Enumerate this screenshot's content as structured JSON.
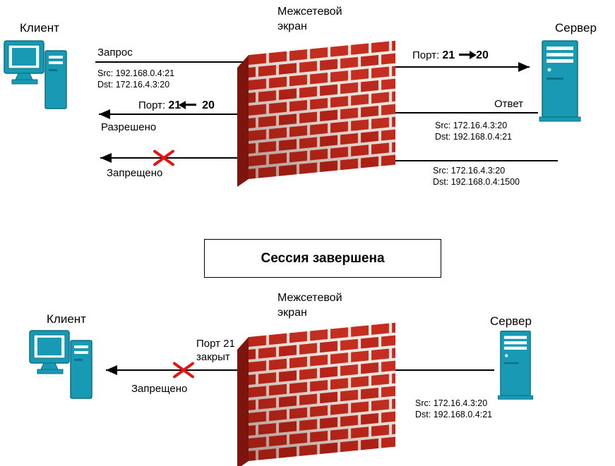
{
  "colors": {
    "device_teal": "#1899b4",
    "device_outline": "#0b7186",
    "brick_red": "#c52a1b",
    "brick_side_dark": "#7c150d",
    "mortar": "#f2ece6",
    "blocked_x_red": "#e31414",
    "line_black": "#000000"
  },
  "top": {
    "client_label": "Клиент",
    "server_label": "Сервер",
    "firewall_line1": "Межсетевой",
    "firewall_line2": "экран",
    "request": {
      "label": "Запрос",
      "src": "Src: 192.168.0.4:21",
      "dst": "Dst: 172.16.4.3:20"
    },
    "port_forward": {
      "prefix": "Порт:",
      "from": "21",
      "to": "20"
    },
    "port_back": {
      "prefix": "Порт:",
      "from": "21",
      "to": "20"
    },
    "allowed_label": "Разрешено",
    "response": {
      "label": "Ответ",
      "src": "Src: 172.16.4.3:20",
      "dst": "Dst: 192.168.0.4:21"
    },
    "blocked": {
      "label": "Запрещено",
      "src": "Src: 172.16.4.3:20",
      "dst": "Dst: 192.168.0.4:1500"
    }
  },
  "banner": {
    "text": "Сессия завершена"
  },
  "bottom": {
    "client_label": "Клиент",
    "server_label": "Сервер",
    "firewall_line1": "Межсетевой",
    "firewall_line2": "экран",
    "port_closed": {
      "line1": "Порт 21",
      "line2": "закрыт"
    },
    "blocked_label": "Запрещено",
    "response": {
      "src": "Src: 172.16.4.3:20",
      "dst": "Dst: 192.168.0.4:21"
    }
  }
}
